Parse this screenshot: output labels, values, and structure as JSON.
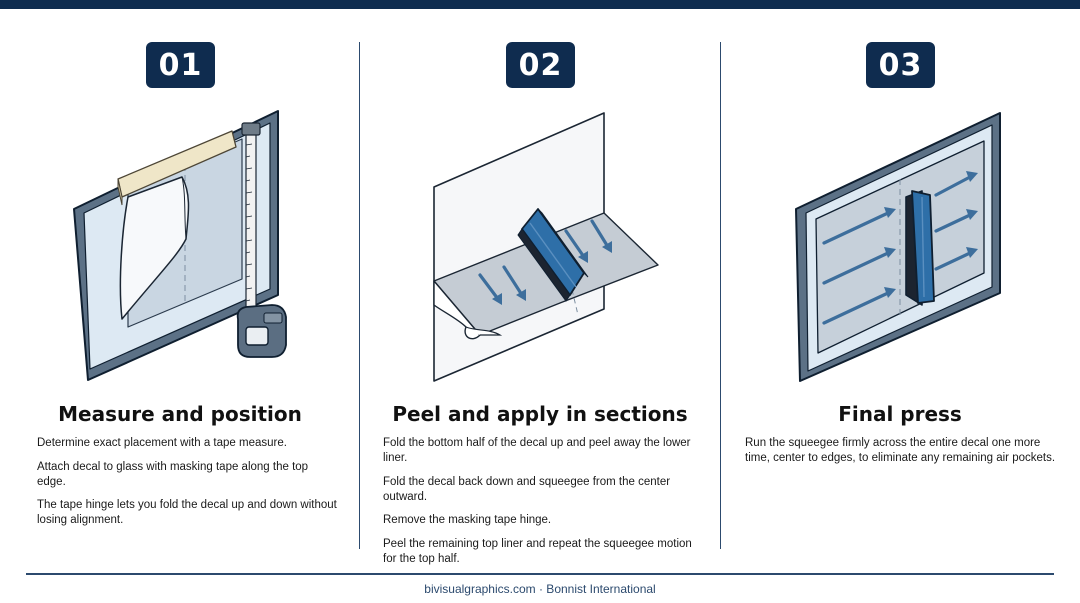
{
  "steps": [
    {
      "number": "01",
      "title": "Measure and position",
      "instructions": [
        "Determine exact placement with a tape measure.",
        "Attach decal to glass with masking tape along the top edge.",
        "The tape hinge lets you fold the decal up and down without losing alignment."
      ]
    },
    {
      "number": "02",
      "title": "Peel and apply in sections",
      "instructions": [
        "Fold the bottom half of the decal up and peel away the lower liner.",
        "Fold the decal back down and squeegee from the center outward.",
        "Remove the masking tape hinge.",
        "Peel the remaining top liner and repeat the squeegee motion for the top half."
      ]
    },
    {
      "number": "03",
      "title": "Final press",
      "instructions": [
        "Run the squeegee firmly across the entire decal one more time, center to edges, to eliminate any remaining air pockets."
      ]
    }
  ],
  "footer": "bivisualgraphics.com · Bonnist International",
  "colors": {
    "navy": "#0f2c4f",
    "accent_blue": "#3d6e9c",
    "glass": "#dde9f3"
  },
  "icons": [
    "tape-measure-icon",
    "masking-tape-icon",
    "squeegee-icon",
    "arrow-icon"
  ]
}
